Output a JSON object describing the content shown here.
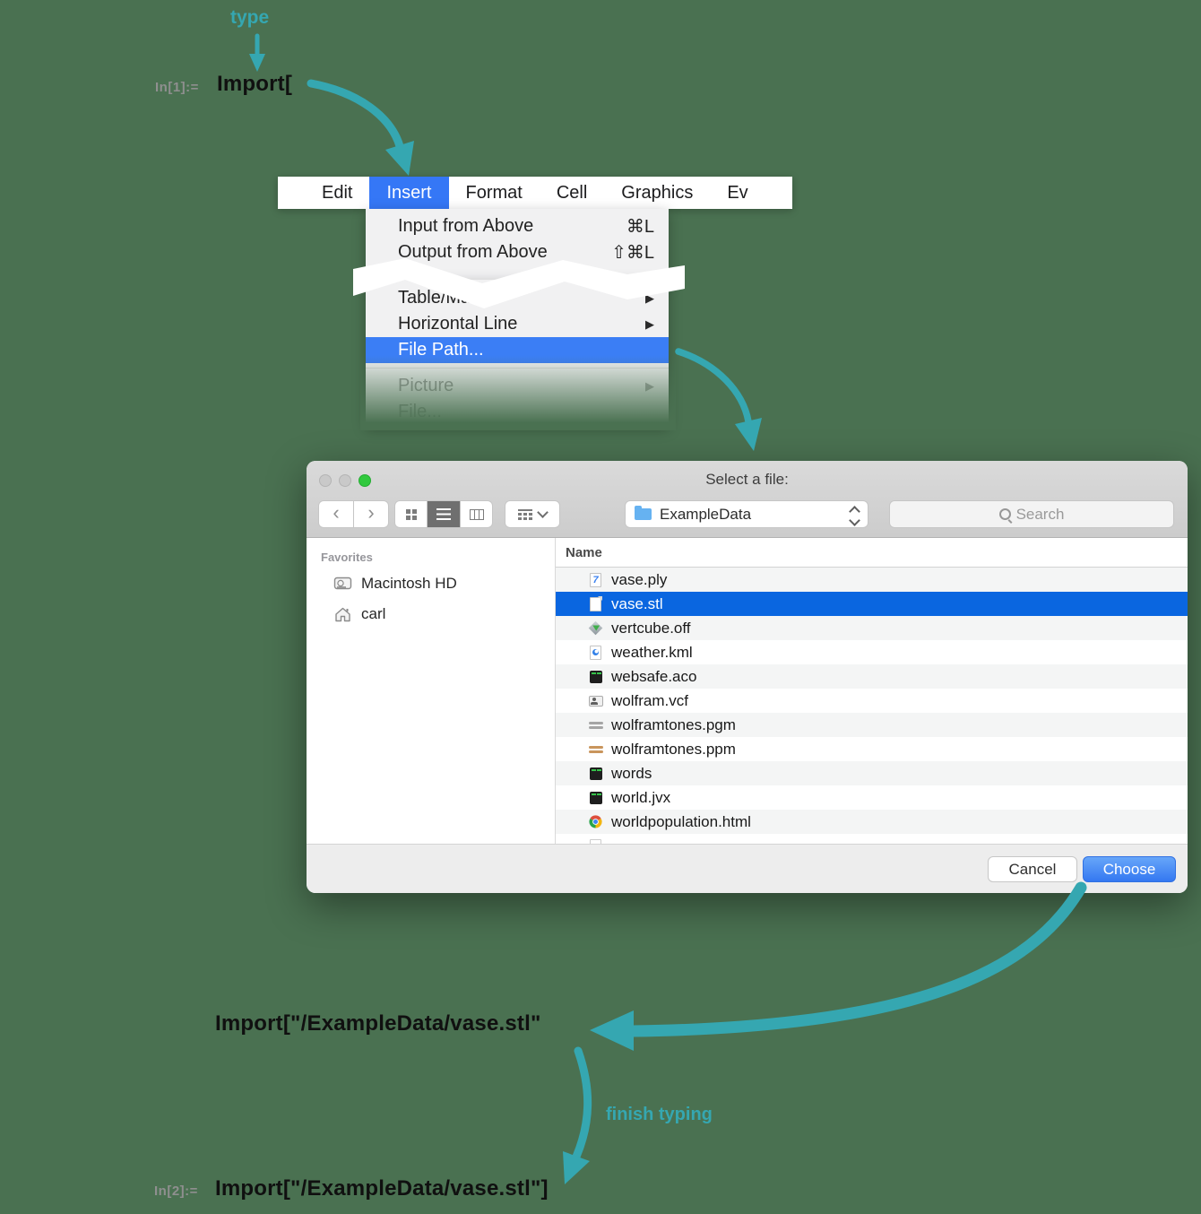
{
  "colors": {
    "background": "#4a7151",
    "annotation_teal": "#35a7b1",
    "menu_highlight_blue": "#3577f6",
    "menu_item_highlight_blue": "#3b7ef5",
    "row_selection_blue": "#0a66e0",
    "choose_button_blue": "#3478f1"
  },
  "annotations": {
    "type_label": "type",
    "finish_typing_label": "finish typing",
    "in1_label": "In[1]:=",
    "in1_code": "Import[",
    "result_code": "Import[\"/ExampleData/vase.stl\"",
    "in2_label": "In[2]:=",
    "in2_code": "Import[\"/ExampleData/vase.stl\"]"
  },
  "icons": {
    "submenu_arrow": "▶",
    "back_chevron": "‹",
    "forward_chevron": "›"
  },
  "menu": {
    "bar_items": [
      {
        "label": "Edit"
      },
      {
        "label": "Insert",
        "selected": true
      },
      {
        "label": "Format"
      },
      {
        "label": "Cell"
      },
      {
        "label": "Graphics"
      },
      {
        "label": "Ev"
      }
    ],
    "top_items": [
      {
        "label": "Input from Above",
        "shortcut": "⌘L"
      },
      {
        "label": "Output from Above",
        "shortcut": "⇧⌘L"
      }
    ],
    "bottom_items": [
      {
        "label": "Table/Matrix",
        "submenu": true
      },
      {
        "label": "Horizontal Line",
        "submenu": true
      },
      {
        "label": "File Path...",
        "selected": true
      },
      {
        "label": "Picture",
        "submenu": true,
        "disabled": true
      },
      {
        "label": "File...",
        "disabled": true
      }
    ]
  },
  "dialog": {
    "title": "Select a file:",
    "path_dropdown": "ExampleData",
    "search_placeholder": "Search",
    "sidebar": {
      "heading": "Favorites",
      "items": [
        {
          "label": "Macintosh HD",
          "icon": "hard-drive-icon"
        },
        {
          "label": "carl",
          "icon": "home-icon"
        }
      ]
    },
    "list_header": "Name",
    "files": [
      {
        "name": "vase.ply",
        "icon": "model-doc-icon",
        "glyph": "7"
      },
      {
        "name": "vase.stl",
        "icon": "plain-doc-icon",
        "selected": true
      },
      {
        "name": "vertcube.off",
        "icon": "gem-icon"
      },
      {
        "name": "weather.kml",
        "icon": "earth-doc-icon"
      },
      {
        "name": "websafe.aco",
        "icon": "dark-swatch-icon"
      },
      {
        "name": "wolfram.vcf",
        "icon": "contact-card-icon"
      },
      {
        "name": "wolframtones.pgm",
        "icon": "gray-lines-icon"
      },
      {
        "name": "wolframtones.ppm",
        "icon": "orange-lines-icon"
      },
      {
        "name": "words",
        "icon": "dark-terminal-icon"
      },
      {
        "name": "world.jvx",
        "icon": "dark-terminal-icon"
      },
      {
        "name": "worldpopulation.html",
        "icon": "chrome-globe-icon"
      }
    ],
    "buttons": {
      "cancel": "Cancel",
      "choose": "Choose"
    }
  }
}
